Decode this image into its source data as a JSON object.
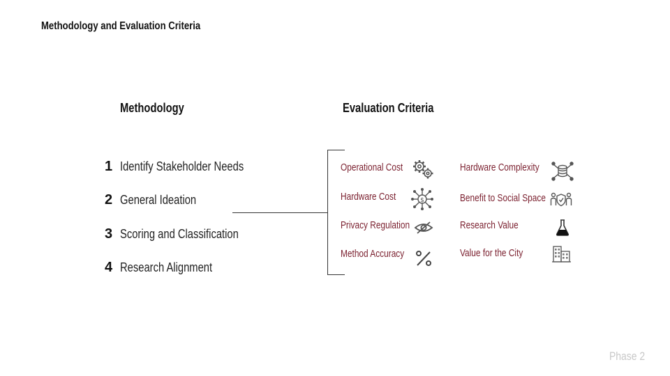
{
  "title": "Methodology and Evaluation Criteria",
  "methodology": {
    "heading": "Methodology",
    "steps": [
      {
        "num": "1",
        "label": "Identify Stakeholder Needs"
      },
      {
        "num": "2",
        "label": "General Ideation"
      },
      {
        "num": "3",
        "label": "Scoring and Classification"
      },
      {
        "num": "4",
        "label": "Research Alignment"
      }
    ]
  },
  "criteria": {
    "heading": "Evaluation Criteria",
    "left": [
      {
        "label": "Operational Cost",
        "icon": "gears-icon"
      },
      {
        "label": "Hardware Cost",
        "icon": "dollar-network-icon"
      },
      {
        "label": "Privacy Regulation",
        "icon": "eye-slash-icon"
      },
      {
        "label": "Method Accuracy",
        "icon": "percent-icon"
      }
    ],
    "right": [
      {
        "label": "Hardware Complexity",
        "icon": "database-network-icon"
      },
      {
        "label": "Benefit to Social Space",
        "icon": "people-shield-icon"
      },
      {
        "label": "Research Value",
        "icon": "flask-icon"
      },
      {
        "label": "Value for the City",
        "icon": "city-buildings-icon"
      }
    ],
    "label_color": "#7a1f2e"
  },
  "footer": "Phase 2"
}
